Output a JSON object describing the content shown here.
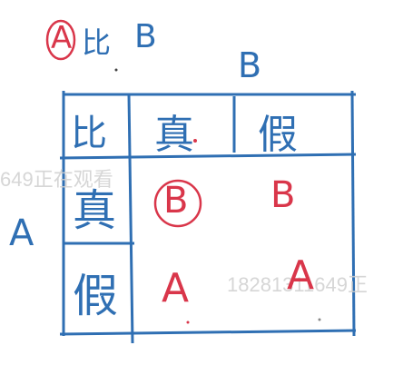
{
  "title": {
    "part_a": "A",
    "part_mid": "比",
    "part_b": "B"
  },
  "axis": {
    "col_group": "B",
    "row_group": "A"
  },
  "table": {
    "corner": "比",
    "col_headers": [
      "真",
      "假"
    ],
    "row_headers": [
      "真",
      "假"
    ],
    "cells": [
      [
        "B",
        "B"
      ],
      [
        "A",
        "A"
      ]
    ]
  },
  "watermarks": {
    "left": "649正在观看",
    "right": "18281311649正"
  },
  "colors": {
    "ink_blue": "#2f6fb3",
    "ink_red": "#d9364a",
    "watermark": "#cfcfcf"
  }
}
